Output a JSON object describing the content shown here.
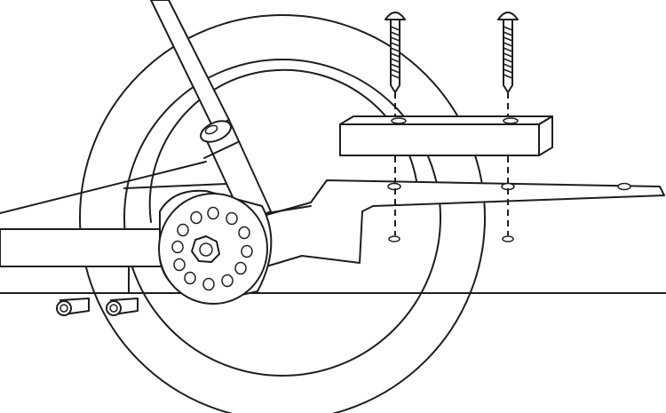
{
  "diagram": {
    "type": "assembly-illustration",
    "style": "black line art on white",
    "colors": {
      "line": "#1e1e1e",
      "background": "#ffffff"
    },
    "parts": [
      "wheel",
      "handle-tube",
      "hub-flange",
      "axle-nut",
      "mounting-bracket",
      "spacer-block",
      "screw-left",
      "screw-right",
      "frame-rail",
      "cross-bar"
    ],
    "labels": []
  }
}
